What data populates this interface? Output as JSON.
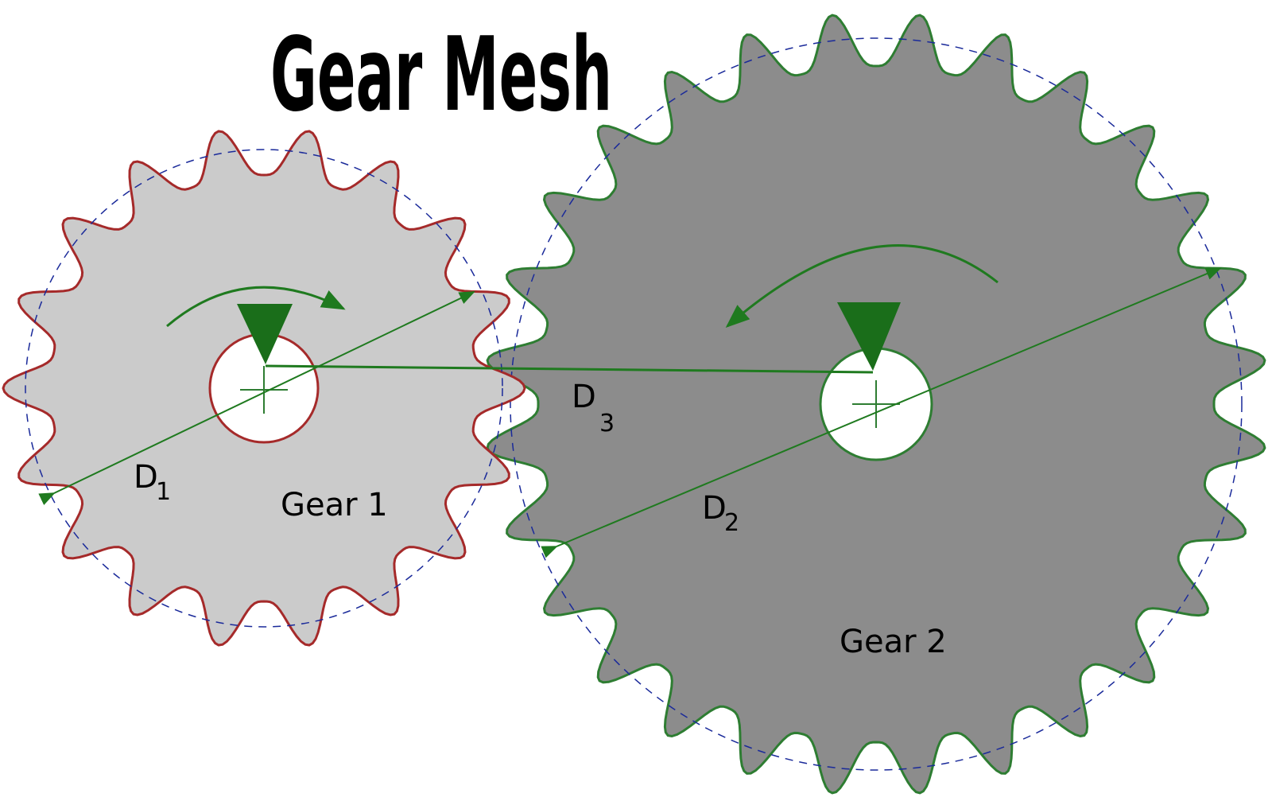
{
  "title": "Gear Mesh",
  "gears": [
    {
      "name": "Gear 1",
      "teeth": 18,
      "fill": "#cbcbcb",
      "outline": "#a52a2a",
      "rotation": "clockwise"
    },
    {
      "name": "Gear 2",
      "teeth": 28,
      "fill": "#8c8c8c",
      "outline": "#2e7d32",
      "rotation": "counterclockwise"
    }
  ],
  "labels": {
    "d1": {
      "main": "D",
      "sub": "1"
    },
    "d2": {
      "main": "D",
      "sub": "2"
    },
    "d3": {
      "main": "D",
      "sub": "3"
    }
  },
  "colors": {
    "annotation": "#1f7a1f",
    "marker": "#1a6e1a",
    "pitch_circle": "#1a2a9a",
    "bore": "#ffffff"
  }
}
